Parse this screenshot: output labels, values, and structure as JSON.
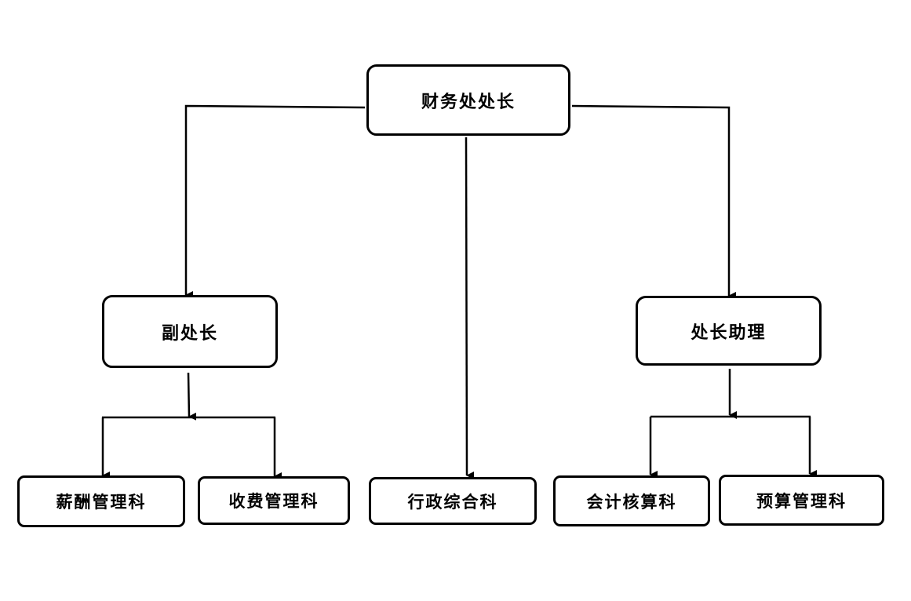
{
  "chart": {
    "nodes": {
      "director": "财务处处长",
      "deputy": "副处长",
      "assistant": "处长助理",
      "salary": "薪酬管理科",
      "fees": "收费管理科",
      "admin": "行政综合科",
      "accounting": "会计核算科",
      "budget": "预算管理科"
    }
  },
  "colors": {
    "line": "#000000",
    "box_border": "#000000",
    "background": "#ffffff"
  }
}
